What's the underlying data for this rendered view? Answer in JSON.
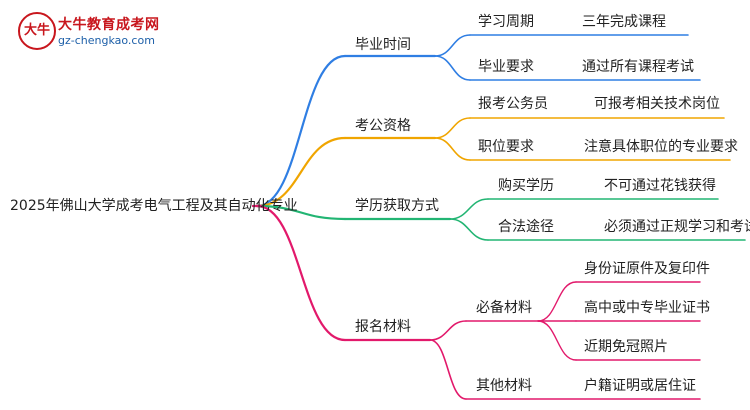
{
  "logo": {
    "badge": "大牛",
    "title": "大牛教育成考网",
    "url": "gz-chengkao.com"
  },
  "colors": {
    "blue": "#2f7ee3",
    "orange": "#f0a500",
    "green": "#22b573",
    "pink": "#e2196b"
  },
  "root": {
    "label": "2025年佛山大学成考电气工程及其自动化专业"
  },
  "branches": [
    {
      "label": "毕业时间",
      "items": [
        {
          "label": "学习周期",
          "children": [
            "三年完成课程"
          ]
        },
        {
          "label": "毕业要求",
          "children": [
            "通过所有课程考试"
          ]
        }
      ]
    },
    {
      "label": "考公资格",
      "items": [
        {
          "label": "报考公务员",
          "children": [
            "可报考相关技术岗位"
          ]
        },
        {
          "label": "职位要求",
          "children": [
            "注意具体职位的专业要求"
          ]
        }
      ]
    },
    {
      "label": "学历获取方式",
      "items": [
        {
          "label": "购买学历",
          "children": [
            "不可通过花钱获得"
          ]
        },
        {
          "label": "合法途径",
          "children": [
            "必须通过正规学习和考试"
          ]
        }
      ]
    },
    {
      "label": "报名材料",
      "items": [
        {
          "label": "必备材料",
          "children": [
            "身份证原件及复印件",
            "高中或中专毕业证书",
            "近期免冠照片"
          ]
        },
        {
          "label": "其他材料",
          "children": [
            "户籍证明或居住证"
          ]
        }
      ]
    }
  ]
}
